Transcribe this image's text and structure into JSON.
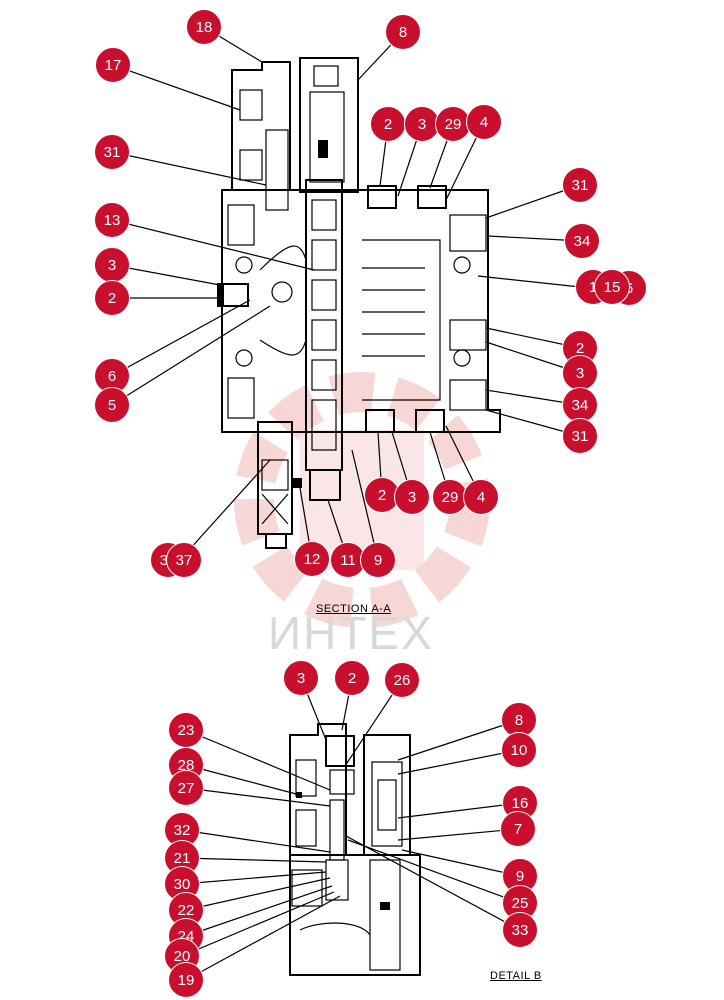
{
  "captions": {
    "section": "SECTION  A-A",
    "detail": "DETAIL  B"
  },
  "watermark": {
    "text": "ИНТЕХ"
  },
  "callouts_section": [
    "18",
    "8",
    "17",
    "31",
    "2",
    "3",
    "29",
    "4",
    "31",
    "34",
    "13",
    "3",
    "2",
    "1",
    "15",
    "6",
    "2",
    "3",
    "6",
    "5",
    "34",
    "31",
    "2",
    "3",
    "29",
    "4",
    "36",
    "37",
    "12",
    "11",
    "9"
  ],
  "callouts_detail": [
    "3",
    "2",
    "26",
    "23",
    "8",
    "10",
    "28",
    "27",
    "16",
    "7",
    "32",
    "21",
    "9",
    "30",
    "22",
    "25",
    "24",
    "33",
    "20",
    "19"
  ],
  "colors": {
    "badge": "#c8102e",
    "line": "#000000",
    "watermark": "#e8a0a0"
  }
}
